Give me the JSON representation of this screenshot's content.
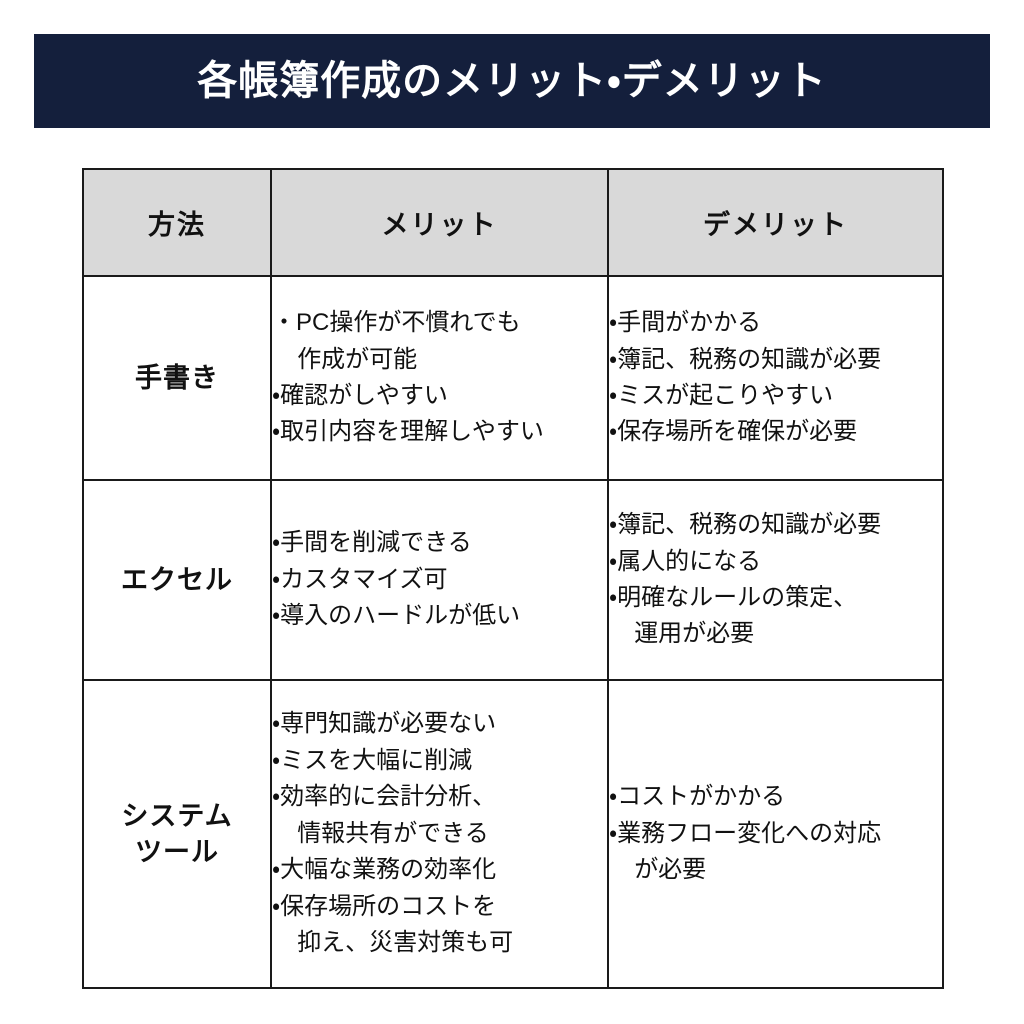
{
  "banner": {
    "title": "各帳簿作成のメリット・デメリット",
    "background_color": "#141f3c",
    "text_color": "#ffffff"
  },
  "table": {
    "header_background_color": "#d9d9d9",
    "border_color": "#1a1a1a",
    "bullet_glyph": "・",
    "columns": [
      {
        "key": "method",
        "label": "方法"
      },
      {
        "key": "merit",
        "label": "メリット"
      },
      {
        "key": "demerit",
        "label": "デメリット"
      }
    ],
    "rows": [
      {
        "method": "手書き",
        "merits": [
          "PC操作が不慣れでも\n作成が可能",
          "確認がしやすい",
          "取引内容を理解しやすい"
        ],
        "demerits": [
          "手間がかかる",
          "簿記、税務の知識が必要",
          "ミスが起こりやすい",
          "保存場所を確保が必要"
        ]
      },
      {
        "method": "エクセル",
        "merits": [
          "手間を削減できる",
          "カスタマイズ可",
          "導入のハードルが低い"
        ],
        "demerits": [
          "簿記、税務の知識が必要",
          "属人的になる",
          "明確なルールの策定、\n運用が必要"
        ]
      },
      {
        "method": "システム\nツール",
        "merits": [
          "専門知識が必要ない",
          "ミスを大幅に削減",
          "効率的に会計分析、\n情報共有ができる",
          "大幅な業務の効率化",
          "保存場所のコストを\n抑え、災害対策も可"
        ],
        "demerits": [
          "コストがかかる",
          "業務フロー変化への対応\nが必要"
        ]
      }
    ]
  }
}
